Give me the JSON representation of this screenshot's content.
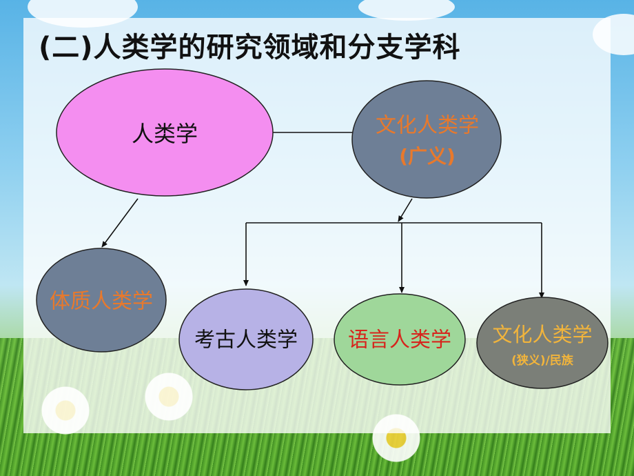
{
  "title": "(二)人类学的研究领域和分支学科",
  "colors": {
    "root_fill": "#f48ef0",
    "node_fill_dark": "#6e7f96",
    "node_fill_lilac": "#b7b2e6",
    "node_fill_green": "#9fd79a",
    "node_fill_gray": "#7b7f78",
    "orange_text": "#e8792c",
    "red_text": "#d7241c",
    "gold_text": "#f1b43c"
  },
  "nodes": {
    "root": {
      "label": "人类学"
    },
    "cultural_broad": {
      "line1": "文化人类学",
      "line2": "(广义)"
    },
    "physical": {
      "label": "体质人类学"
    },
    "archaeology": {
      "label": "考古人类学"
    },
    "linguistic": {
      "label": "语言人类学"
    },
    "cultural_narrow": {
      "line1": "文化人类学",
      "line2": "(狭义)/民族"
    }
  }
}
